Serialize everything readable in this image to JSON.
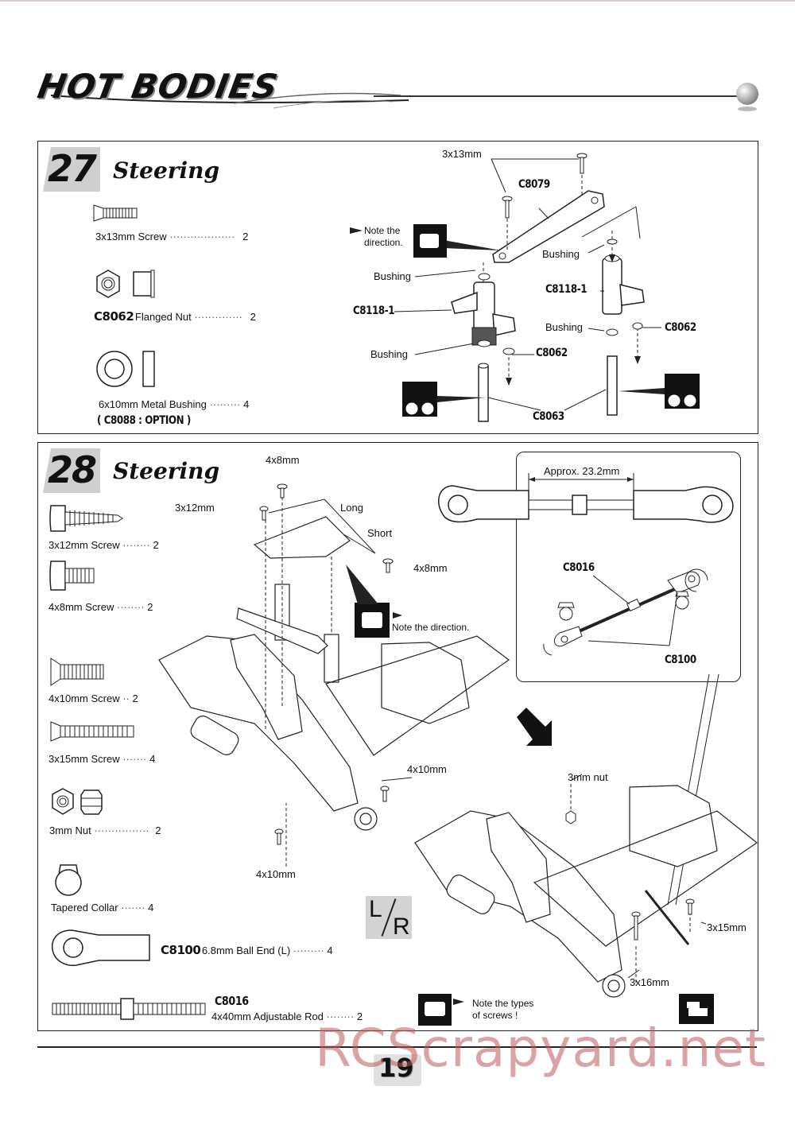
{
  "header": {
    "brand": "HOT BODIES"
  },
  "step27": {
    "number": "27",
    "title": "Steering",
    "parts": [
      {
        "name": "3x13mm  Screw",
        "dots": "···················",
        "qty": "2"
      },
      {
        "code": "C8062",
        "name": "Flanged Nut",
        "dots": "··············",
        "qty": "2"
      },
      {
        "name": "6x10mm Metal Bushing",
        "dots": "·········",
        "qty": "4"
      }
    ],
    "option": "( C8088 : OPTION )",
    "callouts": {
      "screw": "3x13mm",
      "link": "C8079",
      "note_line1": "Note the",
      "note_line2": "direction.",
      "bushing": "Bushing",
      "crank": "C8118-1",
      "nut": "C8062",
      "post": "C8063"
    }
  },
  "step28": {
    "number": "28",
    "title": "Steering",
    "parts": [
      {
        "name": "3x12mm Screw",
        "dots": "········",
        "qty": "2"
      },
      {
        "name": "4x8mm Screw",
        "dots": "········",
        "qty": "2"
      },
      {
        "name": "4x10mm  Screw",
        "dots": "··",
        "qty": "2"
      },
      {
        "name": "3x15mm Screw",
        "dots": "·······",
        "qty": "4"
      },
      {
        "name": "3mm Nut",
        "dots": "················",
        "qty": "2"
      },
      {
        "name": "Tapered Collar",
        "dots": "·······",
        "qty": "4"
      },
      {
        "code": "C8100",
        "name": "6.8mm Ball End (L)",
        "dots": "·········",
        "qty": "4"
      },
      {
        "code": "C8016",
        "name": "4x40mm Adjustable Rod",
        "dots": "········",
        "qty": "2"
      }
    ],
    "callouts": {
      "screw_4x8": "4x8mm",
      "screw_3x12": "3x12mm",
      "long": "Long",
      "short": "Short",
      "note_direction": "Note the direction.",
      "screw_4x10": "4x10mm",
      "lr_left": "L",
      "lr_right": "R",
      "approx": "Approx. 23.2mm",
      "rod": "C8016",
      "ball_end": "C8100",
      "nut_3mm": "3mm nut",
      "screw_3x15": "3x15mm",
      "screw_3x16": "3x16mm",
      "note_types_1": "Note the types",
      "note_types_2": "of screws !"
    }
  },
  "footer": {
    "page_number": "19",
    "watermark": "RCScrapyard.net"
  }
}
